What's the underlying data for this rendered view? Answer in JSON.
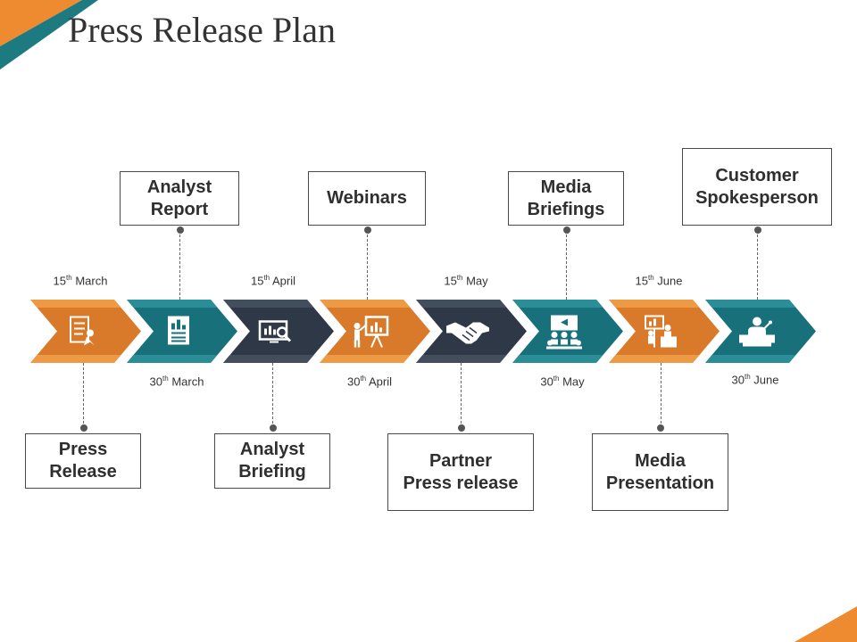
{
  "title": "Press Release Plan",
  "colors": {
    "orange": "#D97A2B",
    "orange_light": "#EE9A44",
    "teal": "#17707A",
    "teal_light": "#2A8D97",
    "navy": "#2E3846",
    "navy_light": "#434E5C"
  },
  "timeline": {
    "steps": [
      {
        "label": "Press\nRelease",
        "date_day": "15",
        "date_suffix": "th",
        "date_month": "March",
        "icon": "document-icon",
        "color": "orange",
        "box_position": "below"
      },
      {
        "label": "Analyst\nReport",
        "date_day": "30",
        "date_suffix": "th",
        "date_month": "March",
        "icon": "report-icon",
        "color": "teal",
        "box_position": "above"
      },
      {
        "label": "Analyst\nBriefing",
        "date_day": "15",
        "date_suffix": "th",
        "date_month": "April",
        "icon": "monitor-analytics-icon",
        "color": "navy",
        "box_position": "below"
      },
      {
        "label": "Webinars",
        "date_day": "30",
        "date_suffix": "th",
        "date_month": "April",
        "icon": "presenter-board-icon",
        "color": "orange",
        "box_position": "above"
      },
      {
        "label": "Partner\nPress release",
        "date_day": "15",
        "date_suffix": "th",
        "date_month": "May",
        "icon": "handshake-icon",
        "color": "navy",
        "box_position": "below"
      },
      {
        "label": "Media\nBriefings",
        "date_day": "30",
        "date_suffix": "th",
        "date_month": "May",
        "icon": "audience-screen-icon",
        "color": "teal",
        "box_position": "above"
      },
      {
        "label": "Media\nPresentation",
        "date_day": "15",
        "date_suffix": "th",
        "date_month": "June",
        "icon": "presentation-icon",
        "color": "orange",
        "box_position": "below"
      },
      {
        "label": "Customer\nSpokesperson",
        "date_day": "30",
        "date_suffix": "th",
        "date_month": "June",
        "icon": "speaker-podium-icon",
        "color": "teal",
        "box_position": "above"
      }
    ]
  }
}
